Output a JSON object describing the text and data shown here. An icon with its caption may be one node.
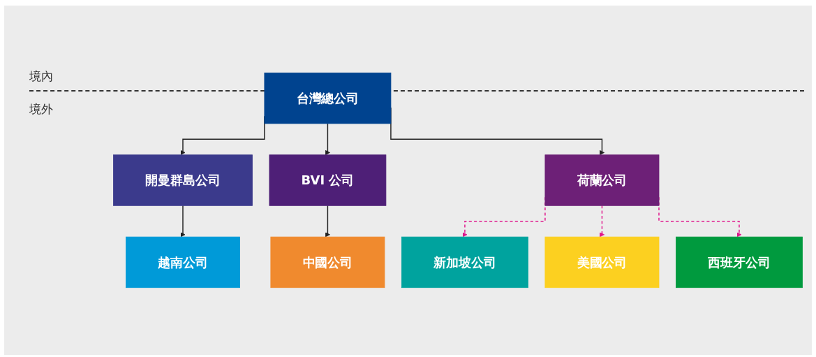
{
  "diagram": {
    "nodes": [
      {
        "text": [
          "台灣總公司"
        ]
      },
      {
        "text": [
          "開曼群島公司"
        ]
      },
      {
        "text": [
          "BVI 公司"
        ]
      },
      {
        "text": [
          "荷蘭公司"
        ]
      },
      {
        "text": [
          "越南公司"
        ]
      },
      {
        "text": [
          "中國公司"
        ]
      },
      {
        "text": [
          "新加坡公司"
        ]
      },
      {
        "text": [
          "美國公司"
        ]
      },
      {
        "text": [
          "西班牙公司"
        ]
      }
    ],
    "edges": [
      {
        "from": 0,
        "to": 1,
        "arrow": "to"
      },
      {
        "from": 0,
        "to": 2,
        "arrow": "to"
      },
      {
        "from": 0,
        "to": 3,
        "arrow": "to"
      },
      {
        "from": 1,
        "to": 4,
        "arrow": "to"
      },
      {
        "from": 2,
        "to": 5,
        "arrow": "to"
      },
      {
        "from": 3,
        "to": 6,
        "arrow": "to",
        "style": "dashed",
        "color": "#e0168c"
      },
      {
        "from": 3,
        "to": 7,
        "arrow": "to",
        "style": "dashed",
        "color": "#e0168c"
      },
      {
        "from": 3,
        "to": 8,
        "arrow": "to",
        "style": "dashed",
        "color": "#e0168c"
      }
    ],
    "labels": [
      "境內",
      "境外"
    ]
  }
}
